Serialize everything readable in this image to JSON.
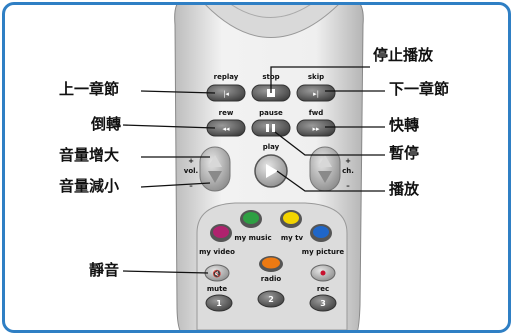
{
  "callouts": {
    "replay": "上一章節",
    "rew": "倒轉",
    "vol_up": "音量增大",
    "vol_down": "音量減小",
    "mute": "靜音",
    "stop": "停止播放",
    "skip": "下一章節",
    "fwd": "快轉",
    "pause": "暫停",
    "play": "播放"
  },
  "remote_labels": {
    "replay": "replay",
    "stop": "stop",
    "skip": "skip",
    "rew": "rew",
    "pause": "pause",
    "fwd": "fwd",
    "play": "play",
    "vol": "vol.",
    "ch": "ch.",
    "plus": "+",
    "minus": "–",
    "my_music": "my music",
    "my_tv": "my tv",
    "my_video": "my video",
    "my_picture": "my picture",
    "radio": "radio",
    "mute": "mute",
    "rec": "rec",
    "num1": "1",
    "num2": "2",
    "num3": "3"
  },
  "colors": {
    "frame": "#2f7fc4",
    "remote_body": "#e9e9e9",
    "button": "#b9b9b9",
    "green": "#2ea043",
    "yellow": "#f2d400",
    "blue": "#1f66c8",
    "magenta": "#b0226e",
    "orange": "#ee7a12",
    "red": "#c8102e"
  }
}
